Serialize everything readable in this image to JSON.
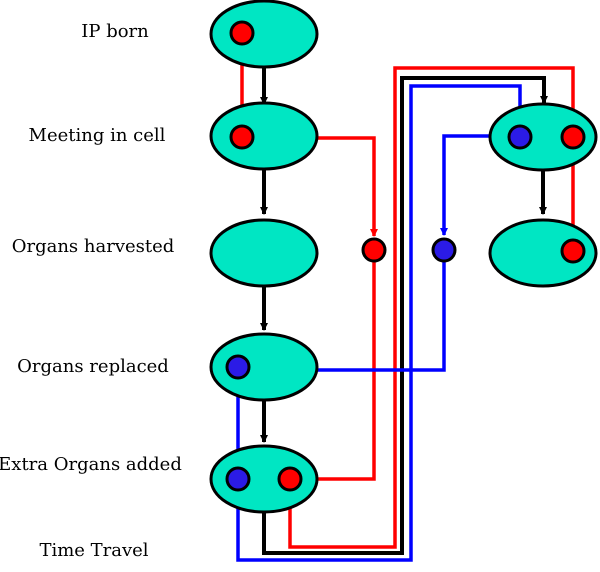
{
  "stages": [
    {
      "id": "ip-born",
      "label": "IP born"
    },
    {
      "id": "meeting-in-cell",
      "label": "Meeting in cell"
    },
    {
      "id": "organs-harvested",
      "label": "Organs harvested"
    },
    {
      "id": "organs-replaced",
      "label": "Organs replaced"
    },
    {
      "id": "extra-organs-added",
      "label": "Extra Organs added"
    },
    {
      "id": "time-travel",
      "label": "Time Travel"
    }
  ],
  "colors": {
    "node_fill": "#00E6C3",
    "outline": "#000000",
    "red_line": "#FF0000",
    "red_dot": "#FF0000",
    "blue_line": "#0000FF",
    "blue_dot": "#2B1BE6",
    "black_line": "#000000"
  }
}
